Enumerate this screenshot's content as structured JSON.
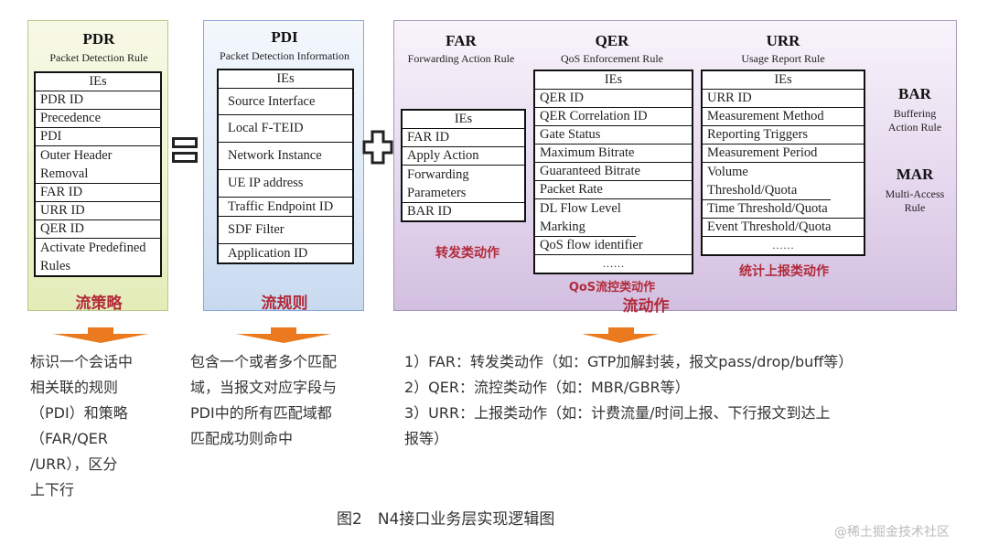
{
  "pdr": {
    "title": "PDR",
    "subtitle": "Packet Detection Rule",
    "ies_header": "IEs",
    "ies": [
      "PDR ID",
      "Precedence",
      "PDI",
      "Outer Header Removal",
      "FAR ID",
      "URR ID",
      "QER ID",
      "Activate Predefined Rules"
    ],
    "label_cn": "流策略",
    "description": [
      "标识一个会话中",
      "相关联的规则",
      "（PDI）和策略",
      "（FAR/QER",
      "/URR），区分",
      " 上下行"
    ]
  },
  "pdi": {
    "title": "PDI",
    "subtitle": "Packet Detection Information",
    "ies_header": "IEs",
    "ies": [
      "Source Interface",
      "Local F-TEID",
      "Network Instance",
      "UE IP address",
      "Traffic Endpoint ID",
      "SDF Filter",
      "Application ID"
    ],
    "label_cn": "流规则",
    "description": [
      "包含一个或者多个匹配",
      "域，当报文对应字段与",
      "PDI中的所有匹配域都",
      "匹配成功则命中"
    ]
  },
  "far": {
    "title": "FAR",
    "subtitle": "Forwarding Action Rule",
    "ies_header": "IEs",
    "ies": [
      "FAR ID",
      "Apply Action",
      "Forwarding Parameters",
      "BAR ID"
    ],
    "label_cn": "转发类动作"
  },
  "qer": {
    "title": "QER",
    "subtitle": "QoS Enforcement Rule",
    "ies_header": "IEs",
    "ies": [
      "QER ID",
      "QER Correlation ID",
      "Gate Status",
      "Maximum Bitrate",
      "Guaranteed Bitrate",
      "Packet Rate",
      "DL Flow Level Marking",
      "QoS flow identifier",
      "……"
    ],
    "label_cn": "QoS流控类动作"
  },
  "urr": {
    "title": "URR",
    "subtitle": "Usage Report Rule",
    "ies_header": "IEs",
    "ies": [
      "URR ID",
      "Measurement Method",
      "Reporting Triggers",
      "Measurement Period",
      "Volume Threshold/Quota",
      "Time Threshold/Quota",
      "Event Threshold/Quota",
      "……"
    ],
    "label_cn": "统计上报类动作"
  },
  "bar": {
    "title": "BAR",
    "subtitle": "Buffering Action Rule"
  },
  "mar": {
    "title": "MAR",
    "subtitle": "Multi-Access Rule"
  },
  "flow_group": {
    "label_cn": "流动作",
    "description": [
      "1）FAR：转发类动作（如：GTP加解封装，报文pass/drop/buff等）",
      "2）QER：流控类动作（如：MBR/GBR等）",
      "3）URR：上报类动作（如：计费流量/时间上报、下行报文到达上",
      "报等）"
    ]
  },
  "symbols": {
    "equals": "=",
    "plus": "+"
  },
  "caption": "图2　N4接口业务层实现逻辑图",
  "watermark": "@稀土掘金技术社区",
  "colors": {
    "arrow": "#ea7a1d",
    "label_red": "#b22a3a",
    "pdr_bg": "#eef3cf",
    "pdi_bg": "#dce8f6",
    "flow_bg": "#e6d8ee"
  }
}
